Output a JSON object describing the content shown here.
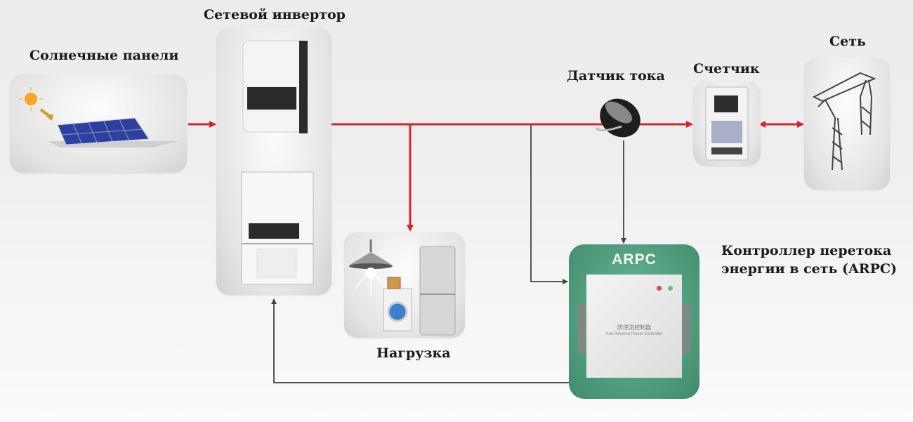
{
  "diagram": {
    "title": "Схема подключения контроллера перетока энергии",
    "nodes": {
      "solar_panels": {
        "label": "Солнечные панели",
        "icon": "solar-panel-icon"
      },
      "grid_inverter": {
        "label": "Сетевой инвертор",
        "icon": "inverter-icon"
      },
      "current_sensor": {
        "label": "Датчик тока",
        "icon": "current-sensor-icon"
      },
      "meter": {
        "label": "Счетчик",
        "icon": "electric-meter-icon"
      },
      "grid": {
        "label": "Сеть",
        "icon": "power-tower-icon"
      },
      "load": {
        "label": "Нагрузка",
        "icon": "household-appliances-icon"
      },
      "arpc": {
        "label_line1": "Контроллер перетока",
        "label_line2": "энергии в сеть (ARPC)",
        "device_title": "ARPC",
        "panel_text_cn": "防逆流控制器",
        "panel_text_en": "Anti-Reverse Power Controller"
      }
    },
    "connections": [
      {
        "from": "solar_panels",
        "to": "grid_inverter",
        "type": "power",
        "direction": "one-way"
      },
      {
        "from": "grid_inverter",
        "to": "current_sensor",
        "type": "power",
        "direction": "one-way"
      },
      {
        "from": "current_sensor",
        "to": "meter",
        "type": "power",
        "direction": "one-way"
      },
      {
        "from": "meter",
        "to": "grid",
        "type": "power",
        "direction": "two-way"
      },
      {
        "from": "grid_inverter",
        "to": "load",
        "type": "power",
        "direction": "one-way"
      },
      {
        "from": "current_sensor",
        "to": "arpc",
        "type": "signal",
        "direction": "one-way"
      },
      {
        "from": "grid_inverter",
        "to": "arpc",
        "type": "signal",
        "direction": "one-way"
      },
      {
        "from": "arpc",
        "to": "grid_inverter",
        "type": "signal",
        "direction": "one-way"
      }
    ],
    "colors": {
      "power_line": "#d8232a",
      "signal_line": "#555555",
      "arpc_green": "#4e9b7c"
    }
  }
}
